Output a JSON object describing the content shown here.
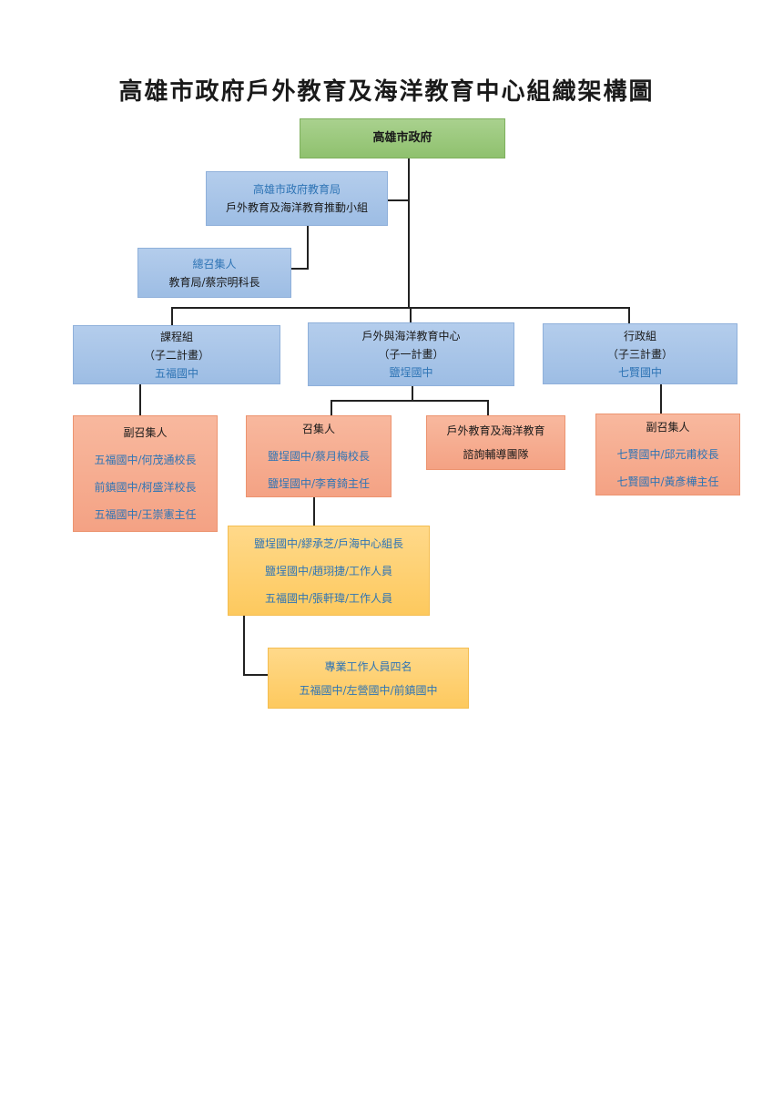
{
  "title": "高雄市政府戶外教育及海洋教育中心組織架構圖",
  "top": {
    "label": "高雄市政府"
  },
  "bureau": {
    "line1": "高雄市政府教育局",
    "line2": "戶外教育及海洋教育推動小組"
  },
  "convener_general": {
    "line1": "總召集人",
    "line2": "教育局/蔡宗明科長"
  },
  "curriculum": {
    "name": "課程組",
    "sub": "（子二計畫）",
    "school": "五福國中"
  },
  "center": {
    "name": "戶外與海洋教育中心",
    "sub": "（子一計畫）",
    "school": "鹽埕國中"
  },
  "admin": {
    "name": "行政組",
    "sub": "（子三計畫）",
    "school": "七賢國中"
  },
  "curriculum_deputy": {
    "title": "副召集人",
    "members": [
      "五福國中/何茂通校長",
      "前鎮國中/柯盛洋校長",
      "五福國中/王崇憲主任"
    ]
  },
  "center_convener": {
    "title": "召集人",
    "members": [
      "鹽埕國中/蔡月梅校長",
      "鹽埕國中/李育錡主任"
    ]
  },
  "advisory": {
    "line1": "戶外教育及海洋教育",
    "line2": "諮詢輔導團隊"
  },
  "admin_deputy": {
    "title": "副召集人",
    "members": [
      "七賢國中/邱元甫校長",
      "七賢國中/黃彥樺主任"
    ]
  },
  "staff": {
    "members": [
      "鹽埕國中/繆承芝/戶海中心組長",
      "鹽埕國中/趙珝捷/工作人員",
      "五福國中/張軒瑋/工作人員"
    ]
  },
  "pro_staff": {
    "line1": "專業工作人員四名",
    "line2": "五福國中/左營國中/前鎮國中"
  }
}
